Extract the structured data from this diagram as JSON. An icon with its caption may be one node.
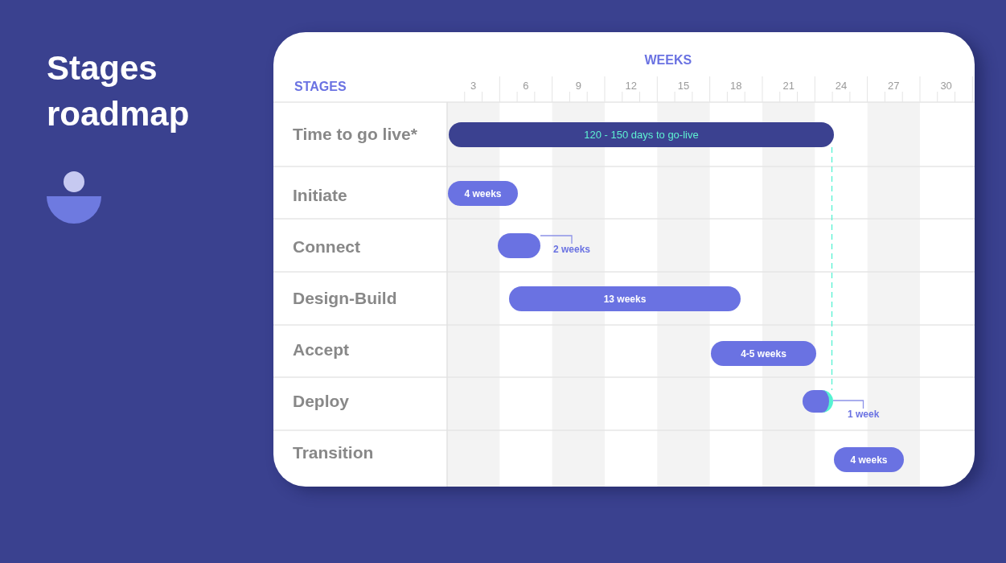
{
  "diagram": {
    "title": "Stages roadmap",
    "nodes": [
      {
        "text": [
          "120 - 150 days to go-live"
        ]
      },
      {
        "text": [
          "4 weeks"
        ]
      },
      {
        "text": [],
        "shape": "bar"
      },
      {
        "text": [
          "2 weeks"
        ]
      },
      {
        "text": [
          "13 weeks"
        ]
      },
      {
        "text": [
          "4-5 weeks"
        ]
      },
      {
        "text": [],
        "shape": "bar"
      },
      {
        "text": [
          "1 week"
        ]
      },
      {
        "text": [
          "4 weeks"
        ]
      }
    ],
    "edges": [
      {
        "from": 0,
        "to": 6,
        "arrow": "none",
        "style": "dashed",
        "color": "#55f2d2"
      },
      {
        "from": 3,
        "to": 2,
        "arrow": "none"
      },
      {
        "from": 7,
        "to": 6,
        "arrow": "none"
      }
    ],
    "labels": [
      "WEEKS",
      "STAGES",
      "3",
      "6",
      "9",
      "12",
      "15",
      "18",
      "21",
      "24",
      "27",
      "30",
      "Time to go live*",
      "Initiate",
      "Connect",
      "Design-Build",
      "Accept",
      "Deploy",
      "Transition"
    ]
  }
}
